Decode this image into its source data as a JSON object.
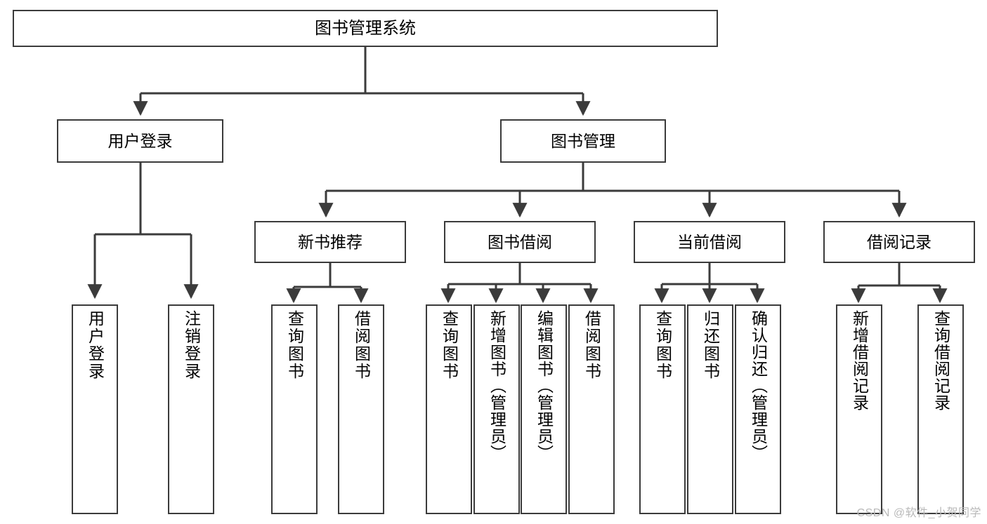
{
  "diagram": {
    "title": "图书管理系统",
    "type": "tree-hierarchy",
    "watermark": "CSDN @软件_小贺同学",
    "colors": {
      "stroke": "#3b3b3b",
      "fill": "#ffffff",
      "text": "#000000",
      "watermark": "#b9b9b9"
    },
    "nodes": {
      "root": {
        "label": "图书管理系统"
      },
      "level2": [
        {
          "label": "用户登录"
        },
        {
          "label": "图书管理"
        }
      ],
      "level3": [
        {
          "label": "新书推荐"
        },
        {
          "label": "图书借阅"
        },
        {
          "label": "当前借阅"
        },
        {
          "label": "借阅记录"
        }
      ],
      "leaves": {
        "user_login": [
          {
            "label": "用户登录"
          },
          {
            "label": "注销登录"
          }
        ],
        "new_book": [
          {
            "label": "查询图书"
          },
          {
            "label": "借阅图书"
          }
        ],
        "book_borrow": [
          {
            "label": "查询图书"
          },
          {
            "label": "新增图书（管理员）"
          },
          {
            "label": "编辑图书（管理员）"
          },
          {
            "label": "借阅图书"
          }
        ],
        "current_borrow": [
          {
            "label": "查询图书"
          },
          {
            "label": "归还图书"
          },
          {
            "label": "确认归还（管理员）"
          }
        ],
        "borrow_record": [
          {
            "label": "新增借阅记录"
          },
          {
            "label": "查询借阅记录"
          }
        ]
      }
    }
  }
}
